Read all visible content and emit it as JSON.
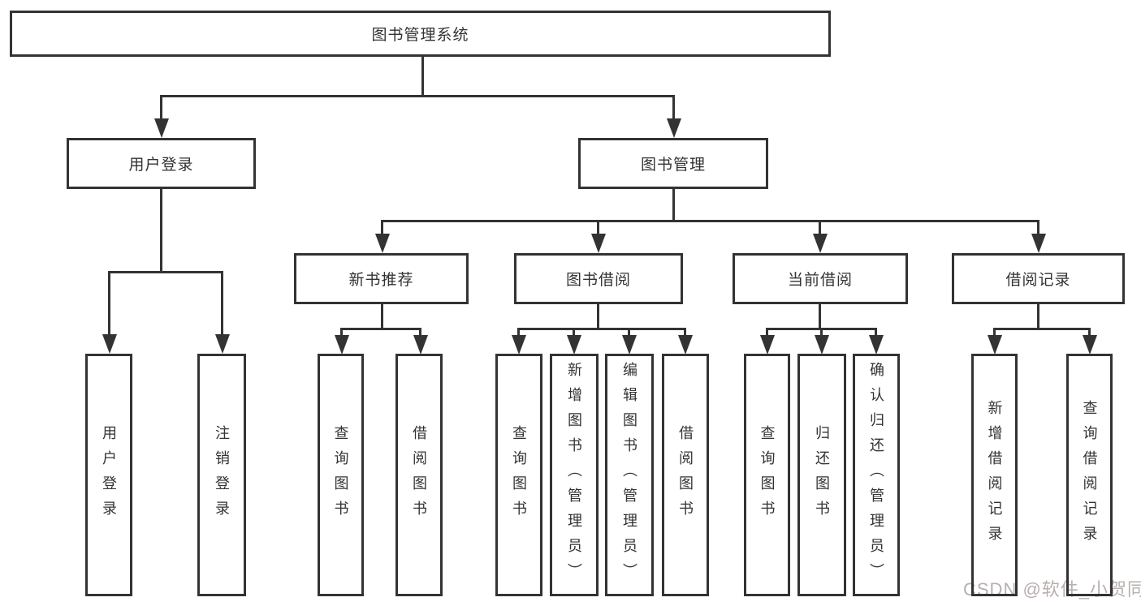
{
  "nodes": {
    "root": {
      "label": "图书管理系统"
    },
    "userLogin": {
      "label": "用户登录"
    },
    "bookMgmt": {
      "label": "图书管理"
    },
    "loginLeaf": {
      "label": "用户登录"
    },
    "logoutLeaf": {
      "label": "注销登录"
    },
    "newBookRec": {
      "label": "新书推荐"
    },
    "bookBorrow": {
      "label": "图书借阅"
    },
    "currentBorrow": {
      "label": "当前借阅"
    },
    "borrowRecords": {
      "label": "借阅记录"
    },
    "nbrQuery": {
      "label": "查询图书"
    },
    "nbrBorrow": {
      "label": "借阅图书"
    },
    "bbQuery": {
      "label": "查询图书"
    },
    "bbAdd": {
      "label": "新增图书（管理员）"
    },
    "bbEdit": {
      "label": "编辑图书（管理员）"
    },
    "bbBorrow": {
      "label": "借阅图书"
    },
    "cbQuery": {
      "label": "查询图书"
    },
    "cbReturn": {
      "label": "归还图书"
    },
    "cbConfirm": {
      "label": "确认归还（管理员）"
    },
    "brAdd": {
      "label": "新增借阅记录"
    },
    "brQuery": {
      "label": "查询借阅记录"
    }
  },
  "watermark": {
    "text": "CSDN @软件_小贺同学"
  },
  "colors": {
    "line": "#333333",
    "box_border": "#333333",
    "text": "#333333",
    "watermark": "#b8afae",
    "background": "#ffffff"
  }
}
